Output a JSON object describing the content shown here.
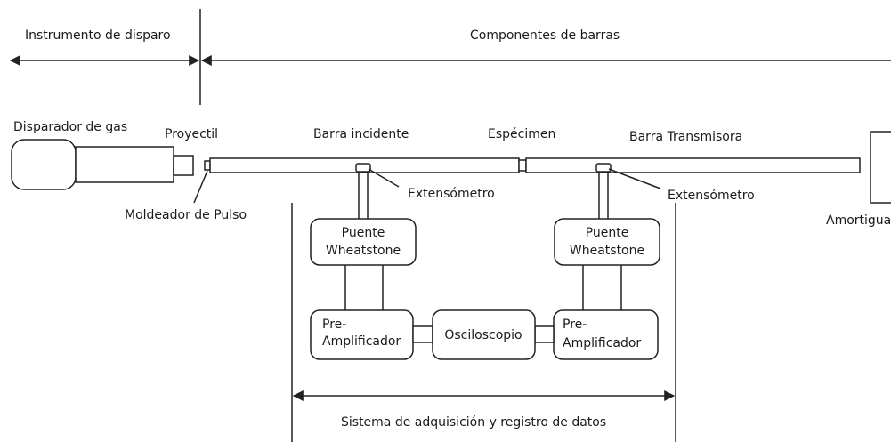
{
  "labels": {
    "trigger_instrument": "Instrumento de disparo",
    "bar_components": "Componentes de barras",
    "gas_gun": "Disparador de gas",
    "projectile": "Proyectil",
    "incident_bar": "Barra incidente",
    "specimen": "Espécimen",
    "transmitter_bar": "Barra Transmisora",
    "pulse_shaper": "Moldeador de Pulso",
    "gauge_1": "Extensómetro",
    "gauge_2": "Extensómetro",
    "damper": "Amortiguador",
    "bridge_1_line1": "Puente",
    "bridge_1_line2": "Wheatstone",
    "bridge_2_line1": "Puente",
    "bridge_2_line2": "Wheatstone",
    "preamp_1_line1": "Pre-",
    "preamp_1_line2": "Amplificador",
    "preamp_2_line1": "Pre-",
    "preamp_2_line2": "Amplificador",
    "oscilloscope": "Osciloscopio",
    "acquisition_system": "Sistema de adquisición y registro de datos"
  }
}
